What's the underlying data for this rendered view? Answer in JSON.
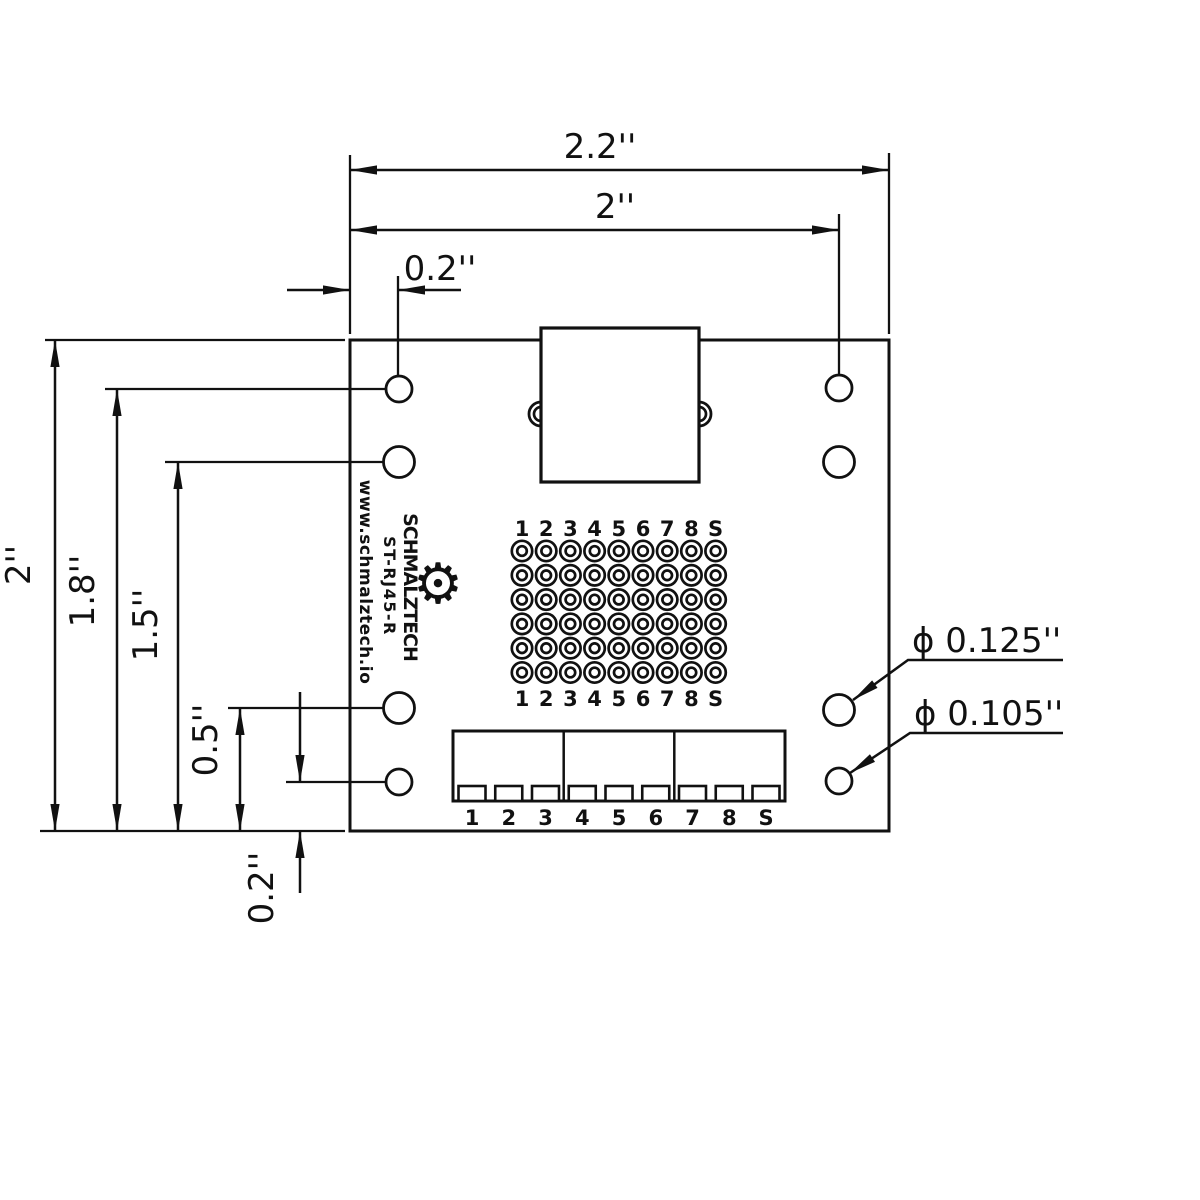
{
  "dimensions": {
    "top_overall_width": "2.2''",
    "top_hole_span": "2''",
    "top_hole_offset": "0.2''",
    "left_overall_height": "2''",
    "left_hole_row_1": "1.8''",
    "left_hole_row_2": "1.5''",
    "left_hole_row_3": "0.5''",
    "bottom_hole_offset": "0.2''"
  },
  "hole_callouts": {
    "large": "ϕ 0.125''",
    "small": "ϕ 0.105''"
  },
  "silkscreen": {
    "url": "www.schmalztech.io",
    "part_number": "ST-RJ45-R",
    "brand": "SCHMALZTECH",
    "logo_icon": "⚙"
  },
  "pad_labels": [
    "1",
    "2",
    "3",
    "4",
    "5",
    "6",
    "7",
    "8",
    "S"
  ]
}
